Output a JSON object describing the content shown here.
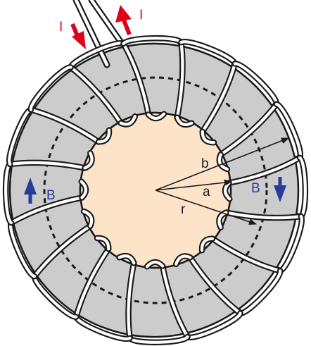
{
  "labels": {
    "current_in": "I",
    "current_out": "I",
    "field_left": "B",
    "field_right": "B",
    "radius_b": "b",
    "radius_a": "a",
    "radius_r": "r"
  },
  "colors": {
    "background": "#ffffff",
    "core": "#cccccc",
    "hole": "#fde3c8",
    "outline": "#1a1a1a",
    "current_arrow": "#e0001a",
    "field_arrow": "#2a3a9a",
    "field_label": "#2a3a9a",
    "wire_fill": "#ffffff"
  },
  "turns": 16,
  "icons": [
    "current-in-arrow-icon",
    "current-out-arrow-icon",
    "field-up-arrow-icon",
    "field-down-arrow-icon"
  ]
}
